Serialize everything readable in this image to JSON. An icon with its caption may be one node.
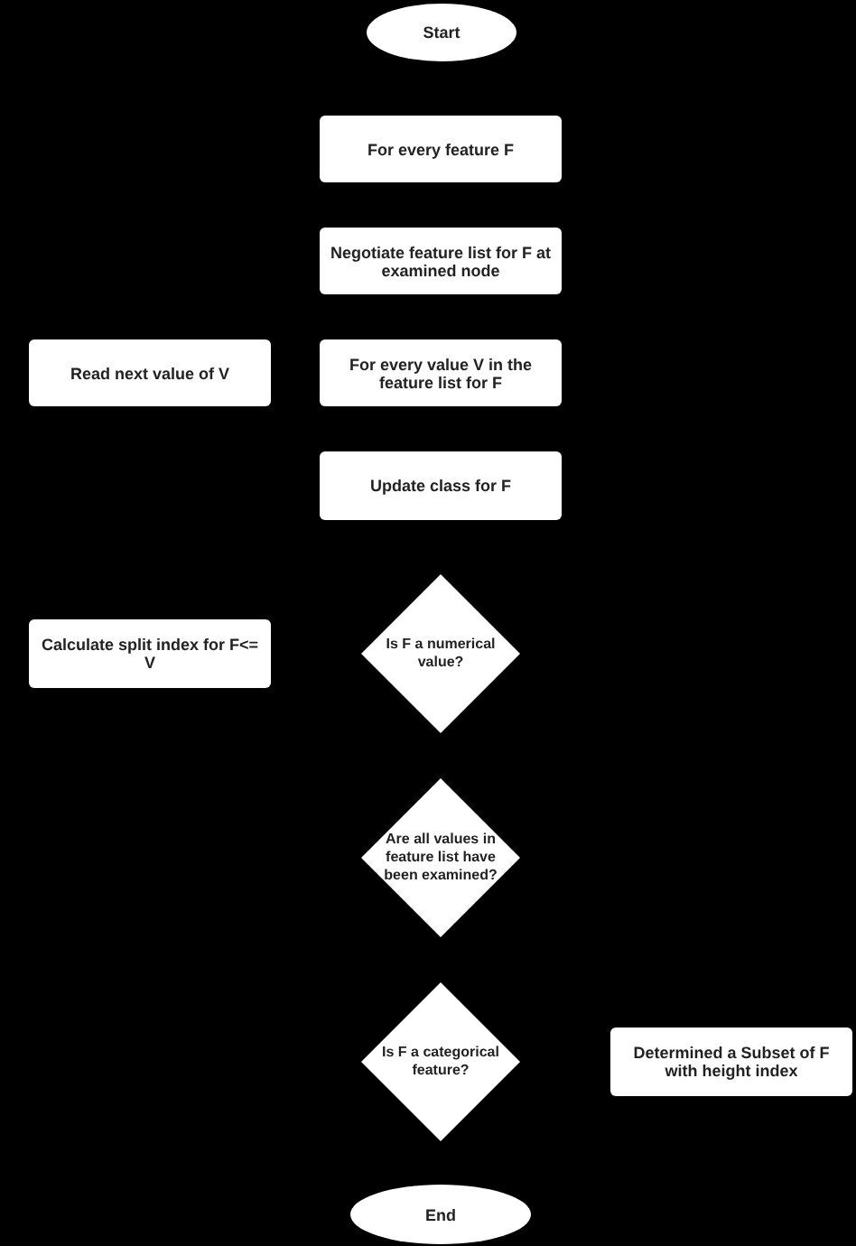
{
  "diagram": {
    "nodes": [
      {
        "text": [
          "Start"
        ]
      },
      {
        "text": [
          "For every feature F"
        ]
      },
      {
        "text": [
          "Negotiate feature list for F at examined node"
        ]
      },
      {
        "text": [
          "Read next value of V"
        ]
      },
      {
        "text": [
          "For every value V in the feature list for F"
        ]
      },
      {
        "text": [
          "Update class for F"
        ]
      },
      {
        "text": [
          "Calculate split index for F<= V"
        ]
      },
      {
        "text": [
          "Is F a numerical value?"
        ]
      },
      {
        "text": [
          "Are all values in feature list have been examined?"
        ]
      },
      {
        "text": [
          "Is F a categorical feature?"
        ]
      },
      {
        "text": [
          "Determined a Subset of F with height index"
        ]
      },
      {
        "text": [
          "End"
        ]
      }
    ]
  }
}
